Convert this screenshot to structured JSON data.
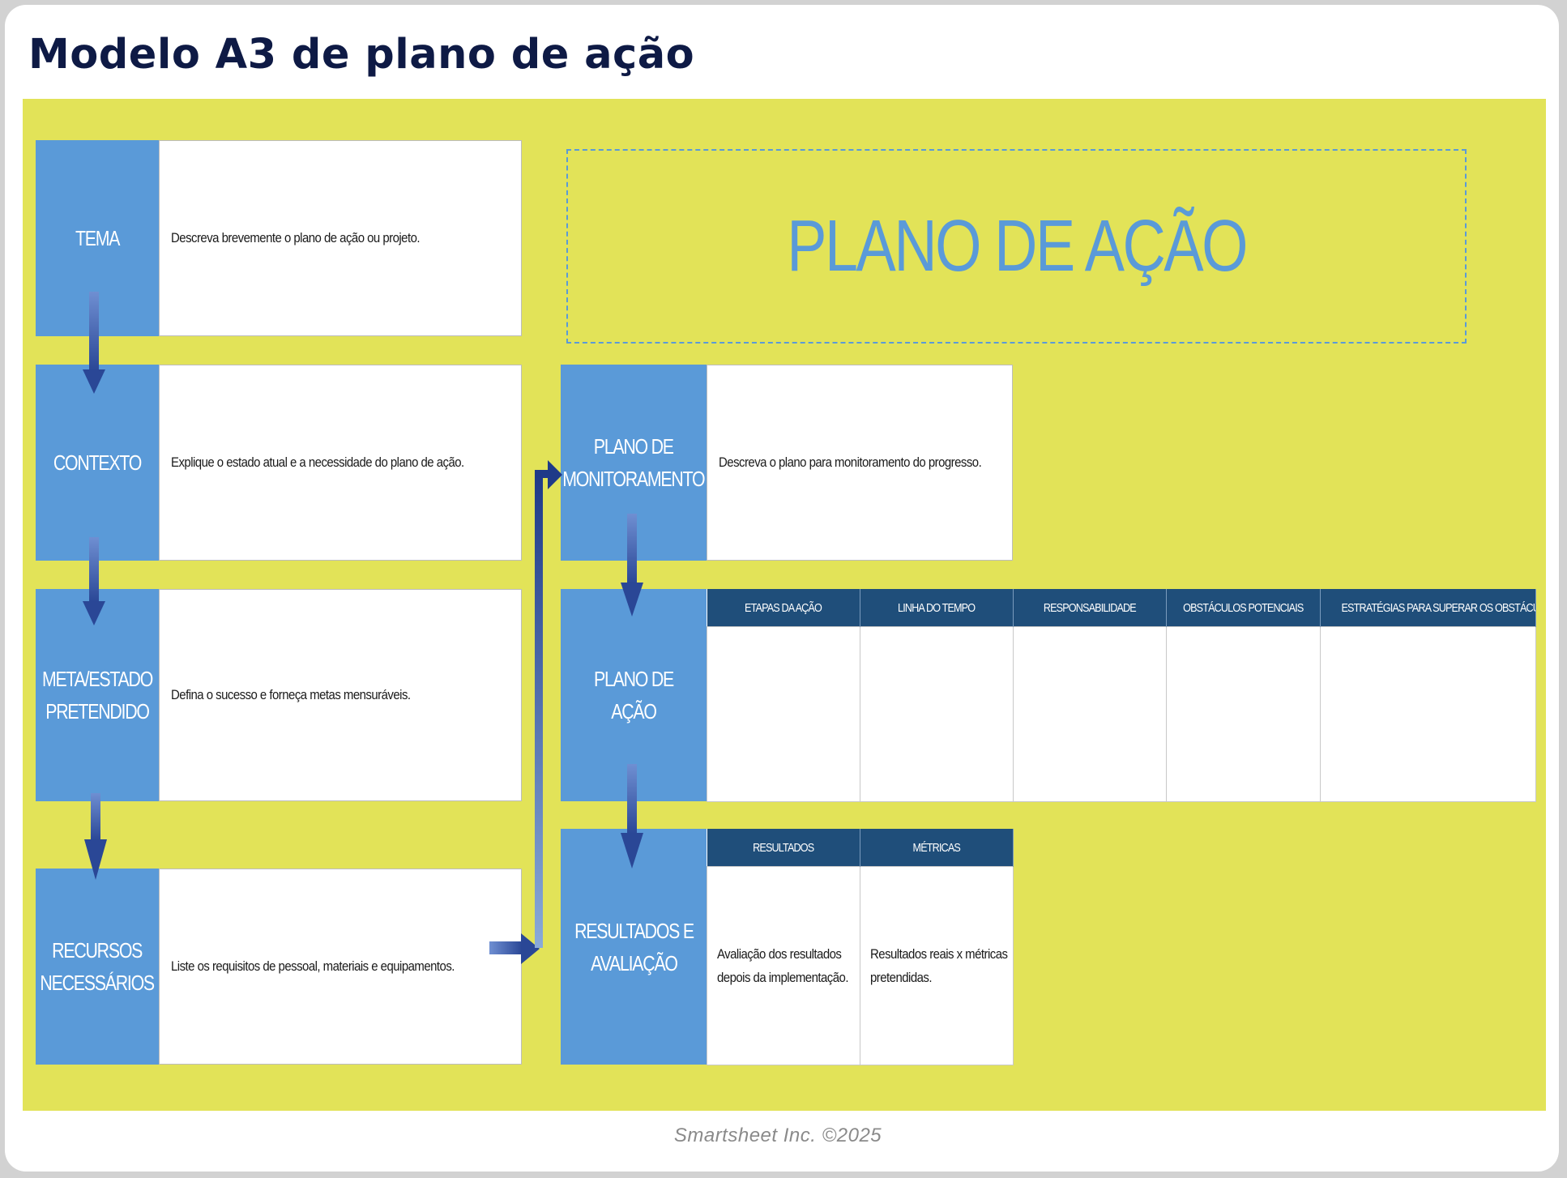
{
  "page_title": "Modelo A3 de plano de ação",
  "banner_title": "PLANO DE AÇÃO",
  "left_sections": {
    "tema": {
      "label": "TEMA",
      "text": "Descreva brevemente o plano de ação ou projeto."
    },
    "contexto": {
      "label": "CONTEXTO",
      "text": "Explique o estado atual e a necessidade do plano de ação."
    },
    "meta": {
      "label_line1": "META/ESTADO",
      "label_line2": "PRETENDIDO",
      "text": "Defina o sucesso e forneça metas mensuráveis."
    },
    "recursos": {
      "label_line1": "RECURSOS",
      "label_line2": "NECESSÁRIOS",
      "text": "Liste os requisitos de pessoal, materiais e equipamentos."
    }
  },
  "right_sections": {
    "monitoramento": {
      "label_line1": "PLANO DE",
      "label_line2": "MONITORAMENTO",
      "text": "Descreva o plano para monitoramento do progresso."
    },
    "plano_acao": {
      "label": "PLANO DE AÇÃO",
      "columns": [
        "ETAPAS DA AÇÃO",
        "LINHA DO TEMPO",
        "RESPONSABILIDADE",
        "OBSTÁCULOS POTENCIAIS",
        "ESTRATÉGIAS PARA SUPERAR OS OBSTÁCULOS"
      ]
    },
    "resultados": {
      "label_line1": "RESULTADOS E",
      "label_line2": "AVALIAÇÃO",
      "columns": [
        "RESULTADOS",
        "MÉTRICAS"
      ],
      "cell1_line1": "Avaliação dos resultados",
      "cell1_line2": "depois da implementação.",
      "cell2_line1": "Resultados reais x métricas",
      "cell2_line2": "pretendidas."
    }
  },
  "colors": {
    "board": "#e2e358",
    "header_blue": "#5a9ad8",
    "table_header": "#1f4e7a",
    "arrow": "#2e4f9e"
  },
  "footer": "Smartsheet Inc. ©2025"
}
